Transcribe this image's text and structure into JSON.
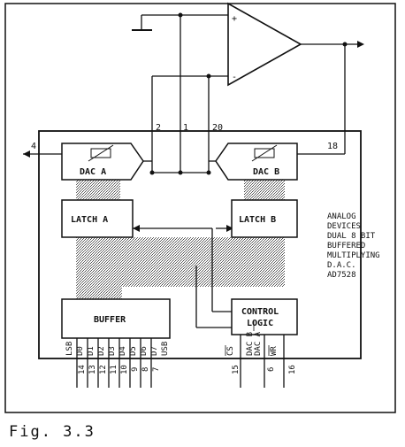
{
  "figure": {
    "caption": "Fig. 3.3"
  },
  "opamp": {
    "plus": "+",
    "minus": "-"
  },
  "pins": {
    "p1": "1",
    "p2": "2",
    "p4": "4",
    "p18": "18",
    "p20": "20",
    "p14": "14",
    "p13": "13",
    "p12": "12",
    "p11": "11",
    "p10": "10",
    "p9": "9",
    "p8": "8",
    "p7": "7",
    "p15": "15",
    "p6": "6",
    "p16": "16"
  },
  "blocks": {
    "dac_a": "DAC A",
    "dac_b": "DAC B",
    "latch_a": "LATCH A",
    "latch_b": "LATCH B",
    "buffer": "BUFFER",
    "control_1": "CONTROL",
    "control_2": "LOGIC"
  },
  "bus_labels": [
    "LSB",
    "D0",
    "D1",
    "D2",
    "D3",
    "D4",
    "D5",
    "D6",
    "D7",
    "USB"
  ],
  "control_labels": {
    "cs": "CS",
    "dac": "DAC B / DAC A",
    "dac_b": "DAC B",
    "dac_a": "DAC A",
    "wr": "WR"
  },
  "description": [
    "ANALOG",
    "DEVICES",
    "DUAL 8 BIT",
    "BUFFERED",
    "MULTIPLYING",
    "D.A.C.",
    "AD7528"
  ]
}
